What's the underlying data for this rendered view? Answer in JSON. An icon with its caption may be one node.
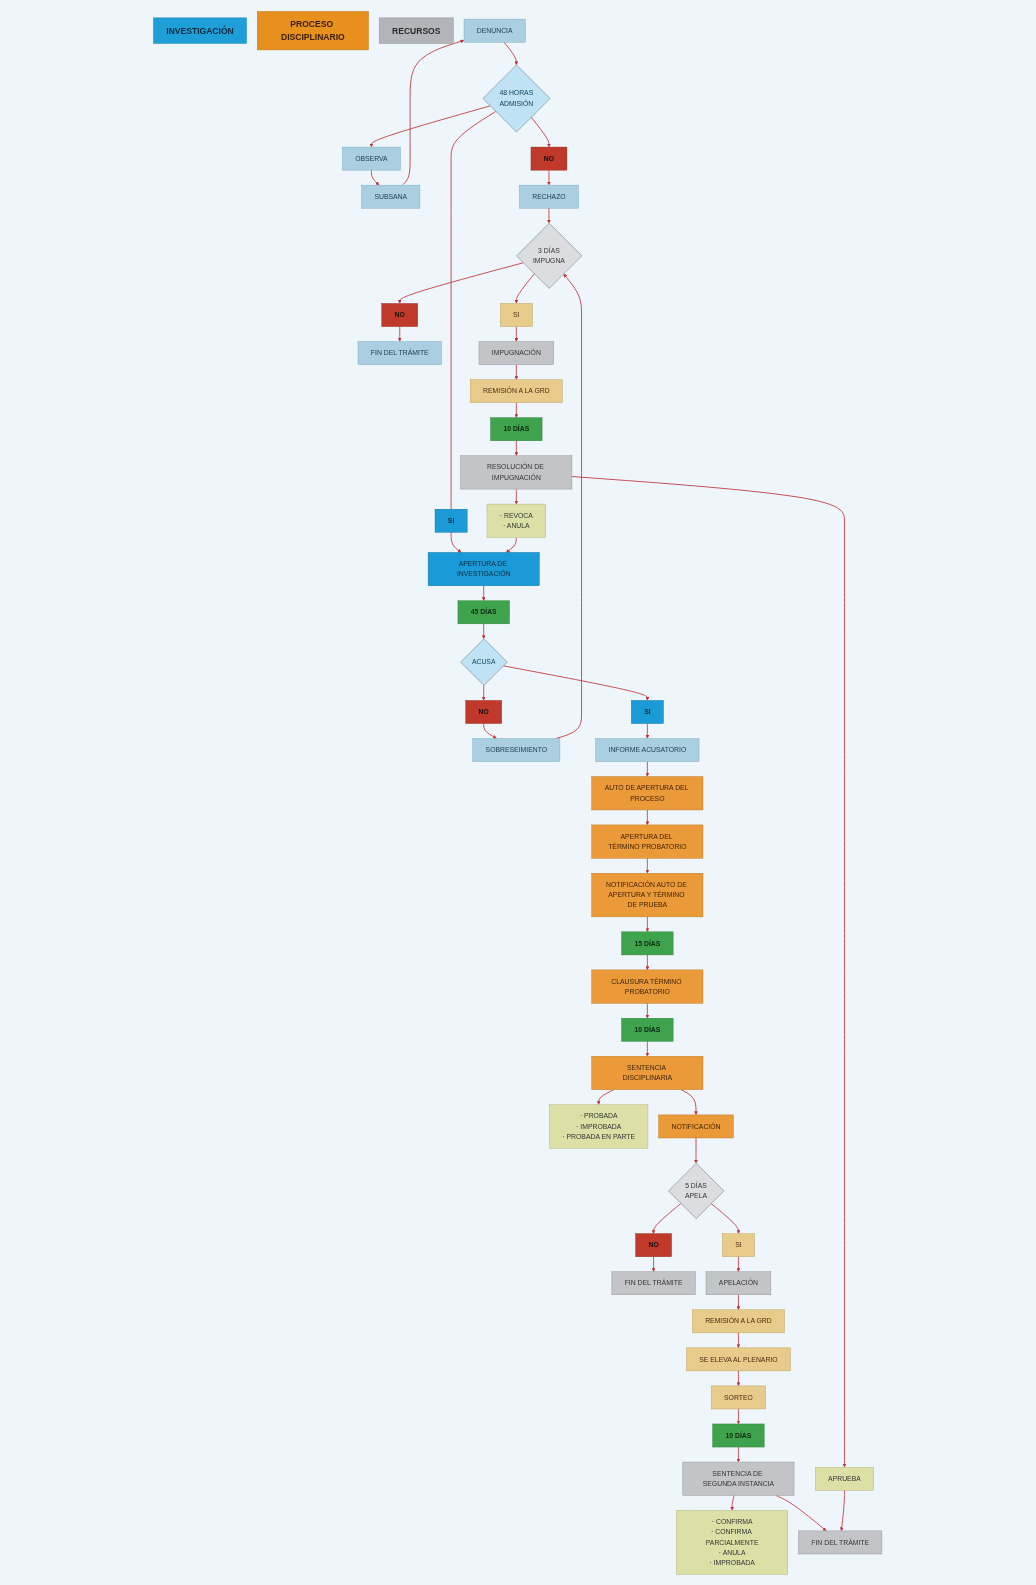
{
  "diagram": {
    "nodes": [
      {
        "text": [
          "INVESTIGACIÓN"
        ]
      },
      {
        "text": [
          "PROCESO DISCIPLINARIO"
        ]
      },
      {
        "text": [
          "RECURSOS"
        ]
      },
      {
        "text": [
          "DENUNCIA"
        ]
      },
      {
        "text": [
          "SUBSANA"
        ]
      },
      {
        "text": [
          "48 HORAS",
          "ADMISIÓN"
        ]
      },
      {
        "text": [
          "OBSERVA"
        ]
      },
      {
        "text": [
          "NO"
        ]
      },
      {
        "text": [
          "RECHAZO"
        ]
      },
      {
        "text": [
          "SI"
        ]
      },
      {
        "text": [
          "APERTURA DE INVESTIGACIÓN"
        ]
      },
      {
        "text": [
          "45 DÍAS"
        ]
      },
      {
        "text": [
          "ACUSA"
        ]
      },
      {
        "text": [
          "NO"
        ]
      },
      {
        "text": [
          "SOBRESEIMIENTO"
        ]
      },
      {
        "text": [
          "SI"
        ]
      },
      {
        "text": [
          "INFORME ACUSATORIO"
        ]
      },
      {
        "text": [
          "3 DÍAS",
          "IMPUGNA"
        ]
      },
      {
        "text": [
          "SI"
        ]
      },
      {
        "text": [
          "NO"
        ]
      },
      {
        "text": [
          "FIN DEL TRÁMITE"
        ]
      },
      {
        "text": [
          "AUTO DE APERTURA DEL PROCESO"
        ]
      },
      {
        "text": [
          "APERTURA DEL TÉRMINO PROBATORIO"
        ]
      },
      {
        "text": [
          "NOTIFICACIÓN AUTO DE APERTURA Y TÉRMINO DE PRUEBA"
        ]
      },
      {
        "text": [
          "15 DÍAS"
        ]
      },
      {
        "text": [
          "CLAUSURA TÉRMINO PROBATORIO"
        ]
      },
      {
        "text": [
          "10 DÍAS"
        ]
      },
      {
        "text": [
          "SENTENCIA DISCIPLINARIA"
        ]
      },
      {
        "text": [
          "· PROBADA",
          "· IMPROBADA",
          "· PROBADA EN PARTE"
        ]
      },
      {
        "text": [
          "NOTIFICACIÓN"
        ]
      },
      {
        "text": [
          "5 DÍAS",
          "APELA"
        ]
      },
      {
        "text": [
          "NO"
        ]
      },
      {
        "text": [
          "FIN DEL TRÁMITE"
        ]
      },
      {
        "text": [
          "SI"
        ]
      },
      {
        "text": [
          "APELACIÓN"
        ]
      },
      {
        "text": [
          "REMISIÓN A LA GRD"
        ]
      },
      {
        "text": [
          "SE ELEVA AL PLENARIO"
        ]
      },
      {
        "text": [
          "SORTEO"
        ]
      },
      {
        "text": [
          "10 DÍAS"
        ]
      },
      {
        "text": [
          "SENTENCIA DE SEGUNDA INSTANCIA"
        ]
      },
      {
        "text": [
          "· CONFIRMA",
          "· CONFIRMA PARCIALMENTE",
          "· ANULA",
          "· IMPROBADA"
        ]
      },
      {
        "text": [
          "FIN DEL TRÁMITE"
        ]
      },
      {
        "text": [
          "IMPUGNACIÓN"
        ]
      },
      {
        "text": [
          "REMISIÓN A LA GRD"
        ]
      },
      {
        "text": [
          "10 DÍAS"
        ]
      },
      {
        "text": [
          "RESOLUCIÓN DE IMPUGNACIÓN"
        ]
      },
      {
        "text": [
          "· REVOCA",
          "· ANULA"
        ]
      },
      {
        "text": [
          "APRUEBA"
        ]
      }
    ],
    "edges": [
      {
        "from": 3,
        "to": 5,
        "arrow": "to"
      },
      {
        "from": 5,
        "to": 7,
        "arrow": "to"
      },
      {
        "from": 7,
        "to": 8,
        "arrow": "to"
      },
      {
        "from": 5,
        "to": 6,
        "arrow": "to"
      },
      {
        "from": 6,
        "to": 4,
        "arrow": "to"
      },
      {
        "from": 4,
        "to": 3,
        "arrow": "to"
      },
      {
        "from": 5,
        "to": 9,
        "arrow": "none"
      },
      {
        "from": 9,
        "to": 10,
        "arrow": "to"
      },
      {
        "from": 10,
        "to": 11,
        "arrow": "to"
      },
      {
        "from": 11,
        "to": 12,
        "arrow": "to"
      },
      {
        "from": 12,
        "to": 13,
        "arrow": "to"
      },
      {
        "from": 13,
        "to": 14,
        "arrow": "to"
      },
      {
        "from": 14,
        "to": 17,
        "arrow": "to"
      },
      {
        "from": 8,
        "to": 17,
        "arrow": "to"
      },
      {
        "from": 12,
        "to": 15,
        "arrow": "to"
      },
      {
        "from": 15,
        "to": 16,
        "arrow": "to"
      },
      {
        "from": 16,
        "to": 21,
        "arrow": "to"
      },
      {
        "from": 17,
        "to": 18,
        "arrow": "to"
      },
      {
        "from": 17,
        "to": 19,
        "arrow": "to"
      },
      {
        "from": 19,
        "to": 20,
        "arrow": "to"
      },
      {
        "from": 18,
        "to": 42,
        "arrow": "to"
      },
      {
        "from": 21,
        "to": 22,
        "arrow": "to"
      },
      {
        "from": 22,
        "to": 23,
        "arrow": "to"
      },
      {
        "from": 23,
        "to": 24,
        "arrow": "to"
      },
      {
        "from": 24,
        "to": 25,
        "arrow": "to"
      },
      {
        "from": 25,
        "to": 26,
        "arrow": "to"
      },
      {
        "from": 26,
        "to": 27,
        "arrow": "to"
      },
      {
        "from": 27,
        "to": 28,
        "arrow": "to"
      },
      {
        "from": 27,
        "to": 29,
        "arrow": "to"
      },
      {
        "from": 29,
        "to": 30,
        "arrow": "to"
      },
      {
        "from": 30,
        "to": 31,
        "arrow": "to"
      },
      {
        "from": 31,
        "to": 32,
        "arrow": "to"
      },
      {
        "from": 30,
        "to": 33,
        "arrow": "to"
      },
      {
        "from": 33,
        "to": 34,
        "arrow": "to"
      },
      {
        "from": 34,
        "to": 35,
        "arrow": "to"
      },
      {
        "from": 35,
        "to": 36,
        "arrow": "to"
      },
      {
        "from": 36,
        "to": 37,
        "arrow": "to"
      },
      {
        "from": 37,
        "to": 38,
        "arrow": "to"
      },
      {
        "from": 38,
        "to": 39,
        "arrow": "to"
      },
      {
        "from": 39,
        "to": 40,
        "arrow": "to"
      },
      {
        "from": 39,
        "to": 41,
        "arrow": "to"
      },
      {
        "from": 42,
        "to": 43,
        "arrow": "to"
      },
      {
        "from": 43,
        "to": 44,
        "arrow": "to"
      },
      {
        "from": 44,
        "to": 45,
        "arrow": "to"
      },
      {
        "from": 45,
        "to": 46,
        "arrow": "to"
      },
      {
        "from": 45,
        "to": 47,
        "arrow": "to"
      },
      {
        "from": 47,
        "to": 41,
        "arrow": "to"
      },
      {
        "from": 46,
        "to": 10,
        "arrow": "to"
      }
    ]
  }
}
